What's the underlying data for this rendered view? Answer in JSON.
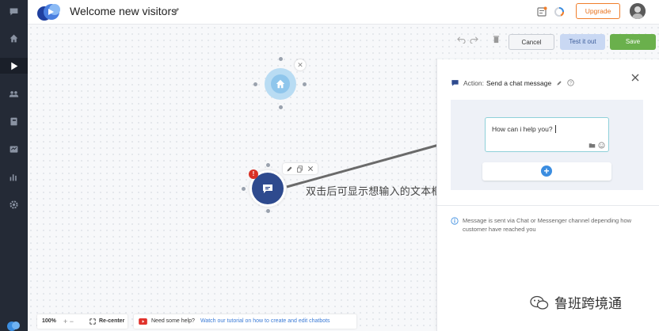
{
  "header": {
    "title": "Welcome new visitors",
    "upgrade_label": "Upgrade"
  },
  "sidebar": {
    "items": [
      {
        "icon": "chat-bubble-icon"
      },
      {
        "icon": "home-icon"
      },
      {
        "icon": "play-icon",
        "active": true
      },
      {
        "icon": "users-icon"
      },
      {
        "icon": "contacts-book-icon"
      },
      {
        "icon": "inbox-icon"
      },
      {
        "icon": "analytics-icon"
      },
      {
        "icon": "gear-icon"
      }
    ]
  },
  "toolbar": {
    "cancel_label": "Cancel",
    "test_label": "Test it out",
    "save_label": "Save"
  },
  "annotation": {
    "text": "双击后可显示想输入的文本框"
  },
  "panel": {
    "action_prefix": "Action:",
    "action_name": "Send a chat message",
    "message_text": "How can i help you?",
    "add_symbol": "+",
    "info_text": "Message is sent via Chat or Messenger channel depending how customer have reached you"
  },
  "bottom": {
    "zoom_level": "100%",
    "zoom_controls": "+ −",
    "recenter_label": "Re-center",
    "help_question": "Need some help?",
    "help_link": "Watch our tutorial on how to create and edit chatbots"
  },
  "watermark": {
    "text": "鲁班跨境通"
  },
  "colors": {
    "sidebar_bg": "#242a36",
    "accent_blue": "#2e4a8e",
    "save_green": "#6ab04c",
    "upgrade_orange": "#f07e2b",
    "error_red": "#d93025"
  }
}
